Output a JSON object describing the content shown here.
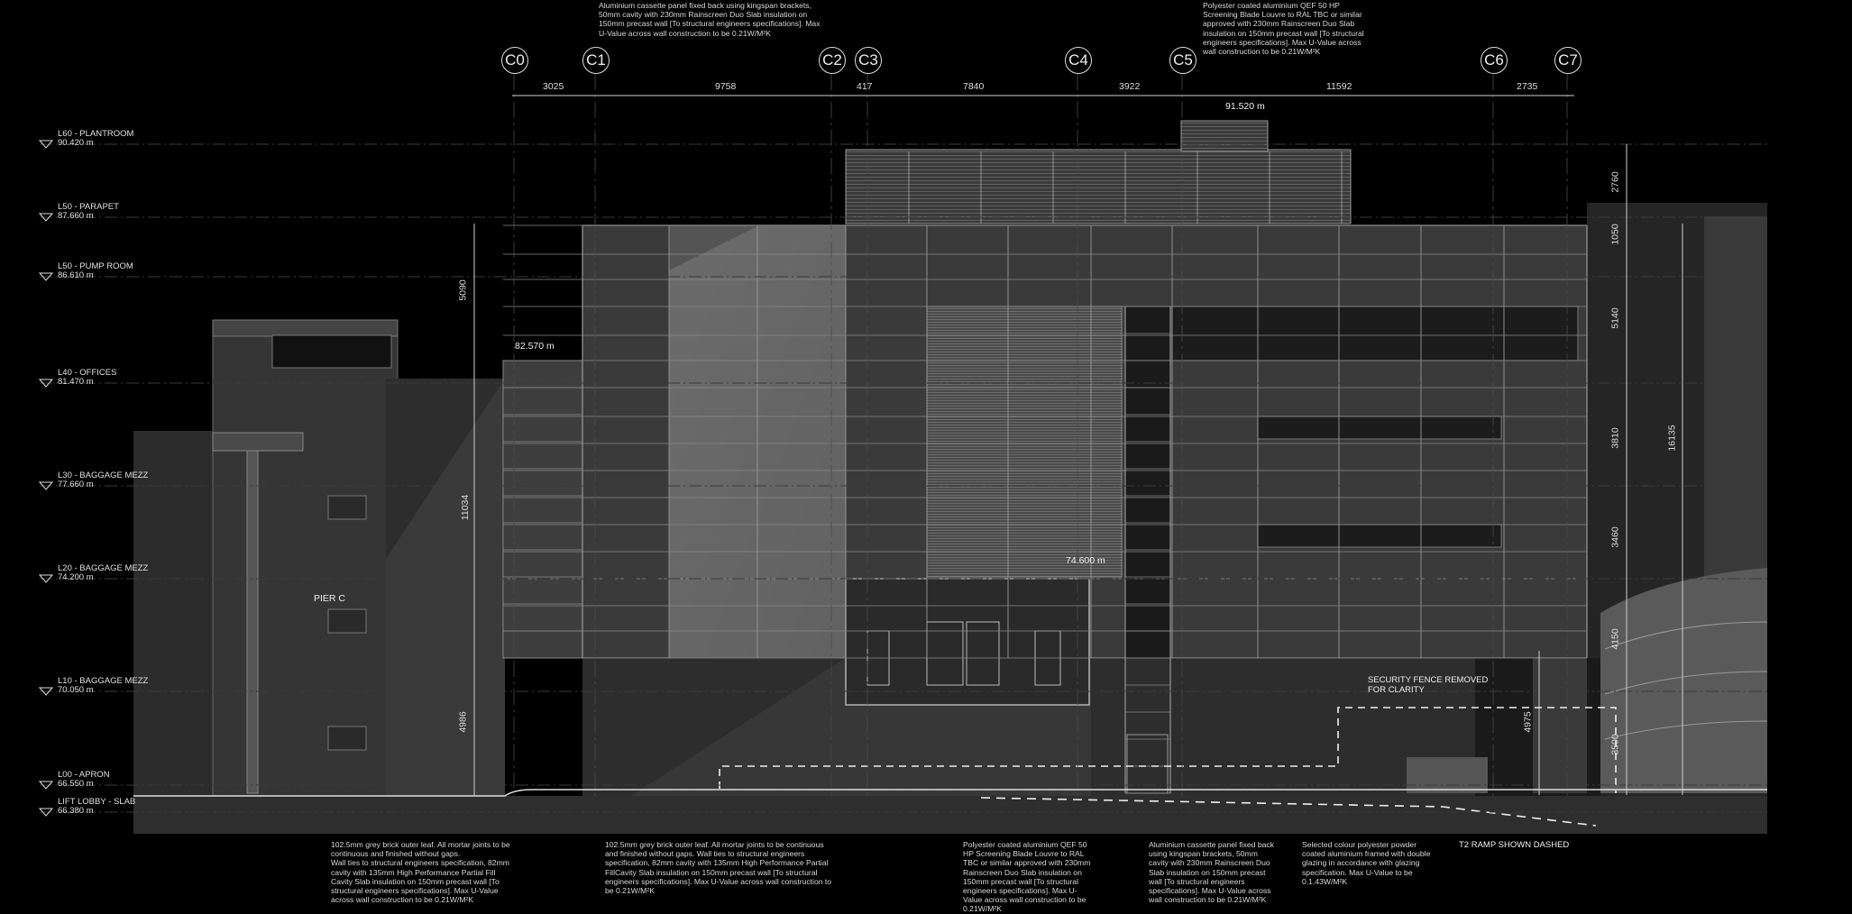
{
  "grid_lines": [
    "C0",
    "C1",
    "C2",
    "C3",
    "C4",
    "C5",
    "C6",
    "C7"
  ],
  "top_dimensions": [
    "3025",
    "9758",
    "417",
    "7840",
    "3922",
    "11592",
    "2735"
  ],
  "right_dimensions": [
    "2760",
    "1050",
    "5140",
    "3810",
    "3460",
    "4150",
    "3500"
  ],
  "right_overall_dimension": "16135",
  "left_dimensions": [
    "5090",
    "11034",
    "4986"
  ],
  "small_dimension_right": "4975",
  "levels": [
    {
      "name": "L60 - PLANTROOM",
      "elev": "90.420 m"
    },
    {
      "name": "L50 - PARAPET",
      "elev": "87.660 m"
    },
    {
      "name": "L50 - PUMP ROOM",
      "elev": "86.610 m"
    },
    {
      "name": "L40 - OFFICES",
      "elev": "81.470 m"
    },
    {
      "name": "L30 - BAGGAGE MEZZ",
      "elev": "77.660 m"
    },
    {
      "name": "L20 - BAGGAGE MEZZ",
      "elev": "74.200 m"
    },
    {
      "name": "L10 - BAGGAGE MEZZ",
      "elev": "70.050 m"
    },
    {
      "name": "L00 - APRON",
      "elev": "66.550 m"
    },
    {
      "name": "LIFT LOBBY - SLAB",
      "elev": "66.380 m"
    }
  ],
  "spot_levels": {
    "top": "91.520 m",
    "left": "82.570 m",
    "mid": "74.600 m"
  },
  "labels": {
    "pier": "PIER C",
    "security_fence": "SECURITY FENCE REMOVED\nFOR CLARITY",
    "ramp": "T2 RAMP SHOWN DASHED"
  },
  "notes_top": [
    "Aluminium cassette panel fixed back using kingspan brackets,\n50mm cavity with 230mm Rainscreen Duo Slab insulation on\n150mm precast wall [To structural engineers specifications]. Max\nU-Value across wall construction to be 0.21W/M²K",
    "Polyester coated aluminium QEF 50 HP\nScreening Blade Louvre to RAL TBC or similar\napproved with 230mm Rainscreen Duo Slab\ninsulation on 150mm precast wall [To structural\nengineers specifications]. Max U-Value across\nwall construction to be 0.21W/M²K"
  ],
  "notes_bottom": [
    "102.5mm grey brick outer leaf. All mortar joints to be\ncontinuous and finished without gaps.\nWall ties to structural engineers specification, 82mm\ncavity with 135mm High Performance Partial Fill\nCavity Slab insulation on 150mm precast wall [To\nstructural engineers specifications]. Max U-Value\nacross wall construction to be 0.21W/M²K",
    "102.5mm grey brick outer leaf. All mortar joints to be continuous\nand finished without gaps. Wall ties to structural engineers\nspecification, 82mm cavity with 135mm High Performance Partial\nFillCavity Slab insulation on 150mm precast wall [To structural\nengineers specifications]. Max U-Value across wall construction to\nbe 0.21W/M²K",
    "Polyester coated aluminium QEF 50\nHP Screening Blade Louvre to RAL\nTBC or similar approved with 230mm\nRainscreen Duo Slab insulation on\n150mm precast wall [To structural\nengineers specifications]. Max U-\nValue across wall construction to be\n0.21W/M²K",
    "Aluminium cassette panel fixed back\nusing kingspan brackets, 50mm\ncavity with 230mm Rainscreen Duo\nSlab insulation on 150mm precast\nwall [To structural engineers\nspecifications]. Max U-Value across\nwall construction to be 0.21W/M²K",
    "Selected colour polyester powder\ncoated aluminium framed with double\nglazing in accordance with glazing\nspecification. Max U-Value to be\n0.1.43W/M²K"
  ]
}
